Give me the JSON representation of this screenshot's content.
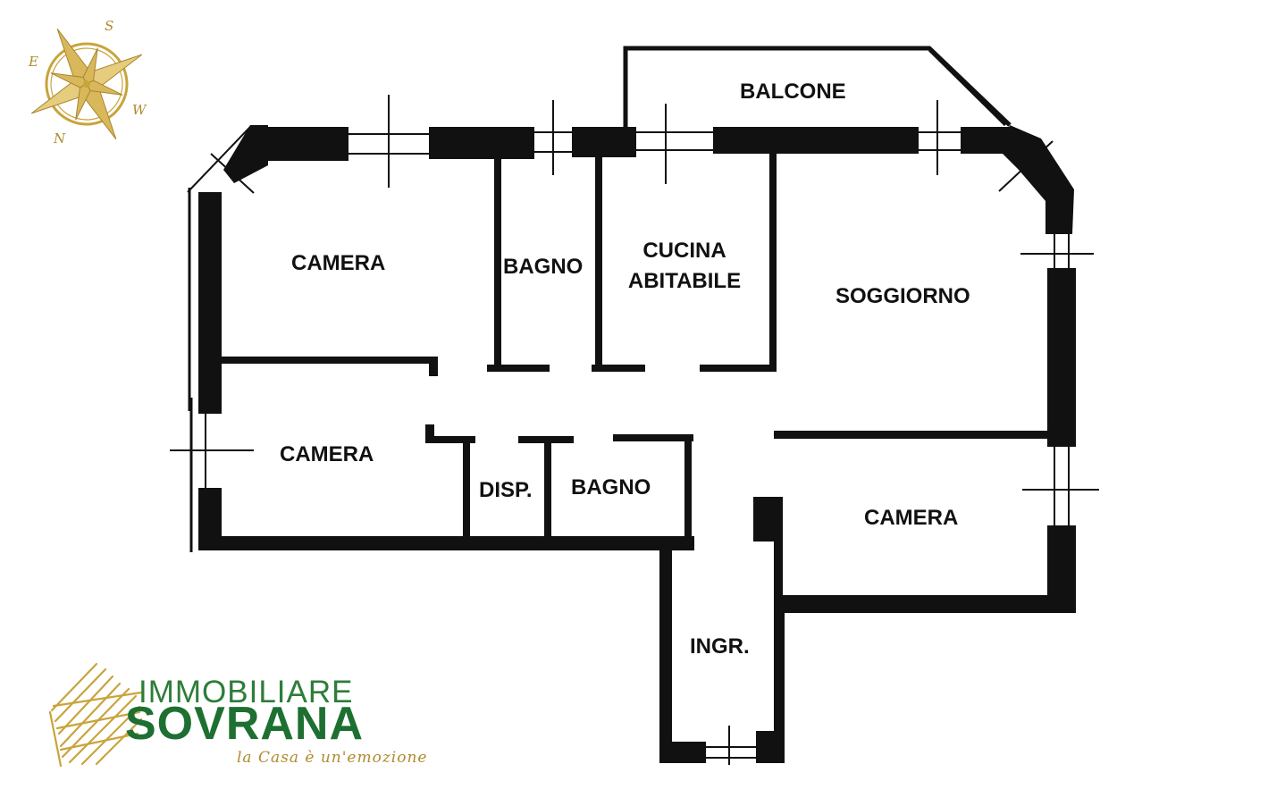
{
  "compass": {
    "icon": "compass-rose-icon",
    "color": "#c9a43b",
    "letters": {
      "south": "S",
      "east": "E",
      "west": "W",
      "north": "N"
    }
  },
  "rooms": {
    "balcone": "BALCONE",
    "camera_top_left": "CAMERA",
    "bagno_top": "BAGNO",
    "cucina_line1": "CUCINA",
    "cucina_line2": "ABITABILE",
    "soggiorno": "SOGGIORNO",
    "camera_mid_left": "CAMERA",
    "disp": "DISP.",
    "bagno_bottom": "BAGNO",
    "camera_right": "CAMERA",
    "ingresso": "INGR."
  },
  "brand": {
    "line1": "IMMOBILIARE",
    "line2": "SOVRANA",
    "tagline": "la Casa è un'emozione",
    "green": "#1e6f32",
    "gold": "#c9a43b"
  }
}
